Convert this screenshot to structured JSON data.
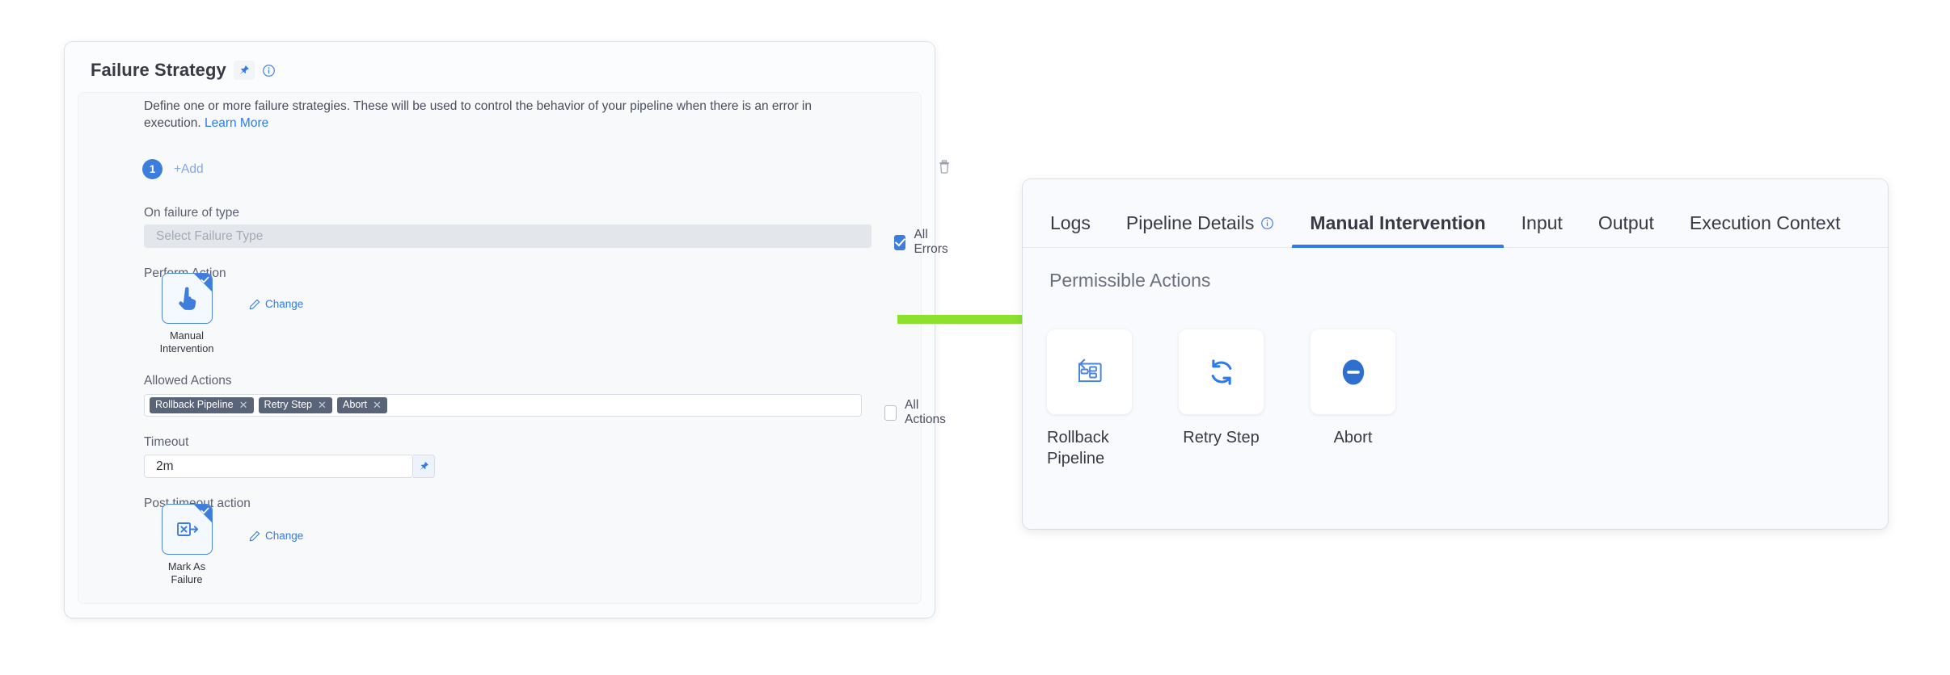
{
  "left_panel": {
    "title": "Failure Strategy",
    "pin_icon": "pin-icon",
    "info_icon": "info-circle-icon",
    "description": "Define one or more failure strategies. These will be used to control the behavior of your pipeline when there is an error in execution.",
    "learn_more": "Learn More",
    "strategy_index": "1",
    "add_label": "+Add",
    "delete_icon": "trash-icon",
    "fields": {
      "on_failure_label": "On failure of type",
      "failure_type_placeholder": "Select Failure Type",
      "all_errors_label": "All Errors",
      "all_errors_checked": true,
      "perform_action_label": "Perform Action",
      "perform_action_value": "Manual Intervention",
      "perform_action_icon": "hand-pointer-icon",
      "change_label": "Change",
      "allowed_actions_label": "Allowed Actions",
      "allowed_actions": [
        "Rollback Pipeline",
        "Retry Step",
        "Abort"
      ],
      "all_actions_label": "All Actions",
      "all_actions_checked": false,
      "timeout_label": "Timeout",
      "timeout_value": "2m",
      "post_timeout_label": "Post timeout action",
      "post_timeout_value": "Mark As Failure",
      "post_timeout_icon": "mark-as-failure-icon",
      "post_timeout_change_label": "Change"
    }
  },
  "arrow": {
    "name": "green-flow-arrow",
    "color": "#8ce02e"
  },
  "right_panel": {
    "tabs": [
      {
        "label": "Logs",
        "active": false,
        "info": false
      },
      {
        "label": "Pipeline Details",
        "active": false,
        "info": true
      },
      {
        "label": "Manual Intervention",
        "active": true,
        "info": false
      },
      {
        "label": "Input",
        "active": false,
        "info": false
      },
      {
        "label": "Output",
        "active": false,
        "info": false
      },
      {
        "label": "Execution Context",
        "active": false,
        "info": false
      }
    ],
    "section_title": "Permissible Actions",
    "actions": [
      {
        "label": "Rollback\nPipeline",
        "icon": "rollback-pipeline-icon"
      },
      {
        "label": "Retry Step",
        "icon": "retry-circular-arrows-icon"
      },
      {
        "label": "Abort",
        "icon": "abort-minus-circle-icon"
      }
    ],
    "accent_color": "#2e7bef"
  }
}
